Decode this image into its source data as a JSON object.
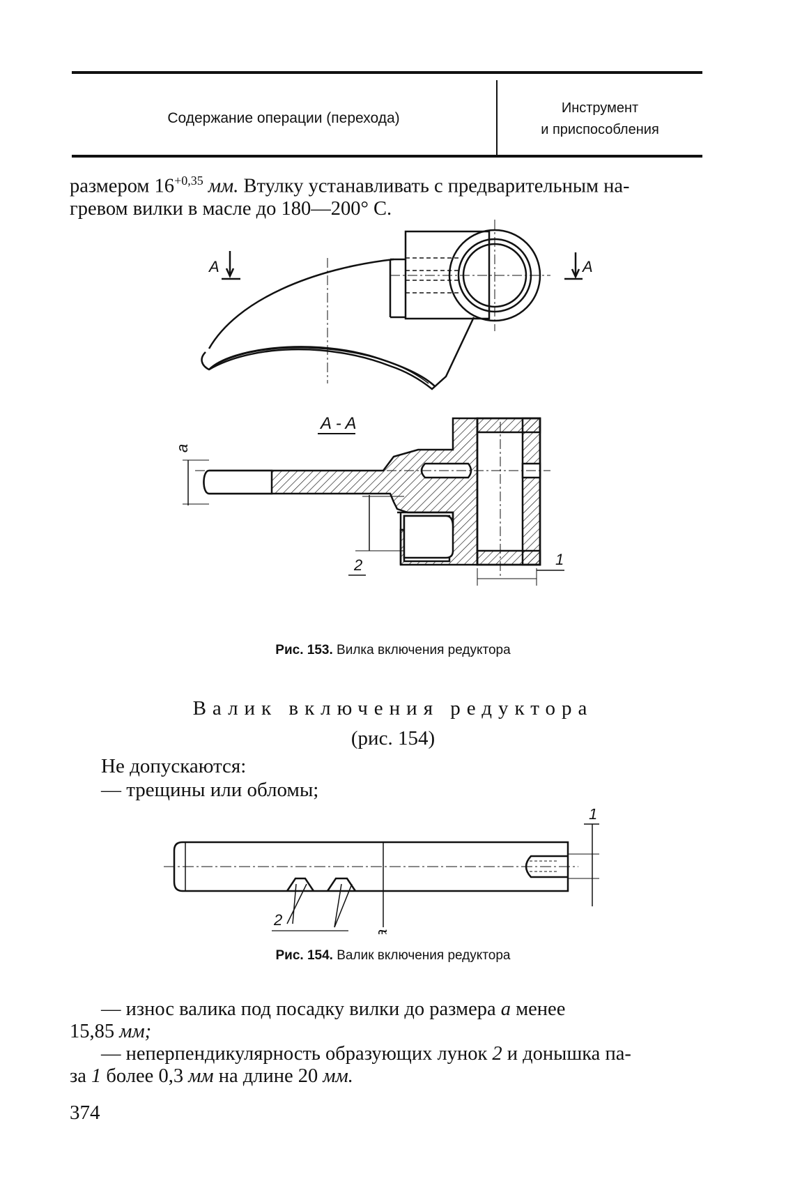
{
  "header": {
    "left": "Содержание операции (перехода)",
    "right_line1": "Инструмент",
    "right_line2": "и приспособления"
  },
  "intro": {
    "part1": "размером 16",
    "sup": "+0,35",
    "unit": "мм.",
    "part2": " Втулку устанавливать с предварительным на-",
    "line2": "гревом вилки в масле до 180—200° С."
  },
  "fig153": {
    "section_mark": "A",
    "section_label": "A - A",
    "label_a": "a",
    "label_1": "1",
    "label_2": "2",
    "caption_num": "Рис. 153.",
    "caption_text": "Вилка включения редуктора"
  },
  "section": {
    "title": "Валик включения редуктора",
    "subtitle": "(рис. 154)",
    "not_allowed": "Не допускаются:",
    "item1": "— трещины или обломы;"
  },
  "fig154": {
    "label_1": "1",
    "label_2": "2",
    "label_a": "a",
    "caption_num": "Рис. 154.",
    "caption_text": "Валик включения редуктора"
  },
  "defects": {
    "item2_a": "— износ валика под посадку вилки до размера ",
    "item2_var": "a",
    "item2_b": " менее",
    "item2_line2_num": "15,85 ",
    "item2_line2_unit": "мм;",
    "item3_a": "— неперпендикулярность образующих лунок ",
    "item3_num2": "2",
    "item3_b": " и донышка па-",
    "item3_line2_a": "за ",
    "item3_num1": "1",
    "item3_line2_b": " более 0,3 ",
    "item3_unit1": "мм",
    "item3_line2_c": " на длине 20 ",
    "item3_unit2": "мм."
  },
  "page_number": "374"
}
